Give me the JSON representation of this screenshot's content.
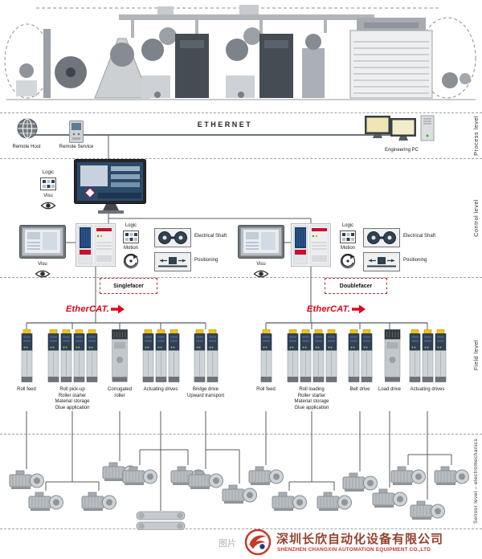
{
  "levels": {
    "process": "Process level",
    "control": "Control level",
    "field": "Field level",
    "sensor": "Sensor level – electromechanics"
  },
  "process_level": {
    "ethernet": "ETHERNET",
    "remote_host": "Remote Host",
    "remote_service": "Remote Service",
    "engineering_pc": "Engineering PC"
  },
  "control_level": {
    "logic": "Logic",
    "visu": "Visu",
    "motion": "Motion",
    "electrical_shaft": "Electrical Shaft",
    "positioning": "Positioning"
  },
  "field_level": {
    "singlefacer": {
      "title": "Singlefacer",
      "bus_label": "EtherCAT.",
      "groups": [
        {
          "label": "Roll feed"
        },
        {
          "label": "Roll pick-up\nRoller starter\nMaterial storage\nGlue application"
        },
        {
          "label": "Corrugated\nroller"
        },
        {
          "label": "Actuating drives"
        },
        {
          "label": "Bridge drive\nUpward transport"
        }
      ]
    },
    "doublefacer": {
      "title": "Doublefacer",
      "bus_label": "EtherCAT.",
      "groups": [
        {
          "label": "Roll feed"
        },
        {
          "label": "Roll loading\nRoller starter\nMaterial storage\nGlue application"
        },
        {
          "label": "Belt drive"
        },
        {
          "label": "Load drive"
        },
        {
          "label": "Actuating drives"
        }
      ]
    }
  },
  "footer": {
    "partial_text": "图片",
    "company_cn": "深圳长欣自动化设备有限公司",
    "company_en": "SHENZHEN CHANGXIN AUTOMATION EQUIPMENT CO.,LTD"
  },
  "colors": {
    "ethercat_red": "#e2001a",
    "plc_blue": "#1c3f6e",
    "connector_yellow": "#eec21b",
    "footer_red": "#c0392b"
  }
}
